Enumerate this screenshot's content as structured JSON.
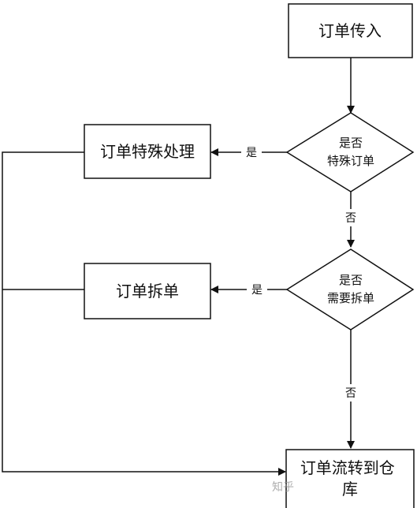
{
  "nodes": {
    "order_in": {
      "label": "订单传入"
    },
    "special_processing": {
      "label": "订单特殊处理"
    },
    "split_order": {
      "label": "订单拆单"
    },
    "transfer_warehouse": {
      "label": "订单流转到仓库"
    },
    "decision_special": {
      "line1": "是否",
      "line2": "特殊订单"
    },
    "decision_split": {
      "line1": "是否",
      "line2": "需要拆单"
    }
  },
  "edges": {
    "special_yes": "是",
    "special_no": "否",
    "split_yes": "是",
    "split_no": "否"
  },
  "watermark": "知乎"
}
